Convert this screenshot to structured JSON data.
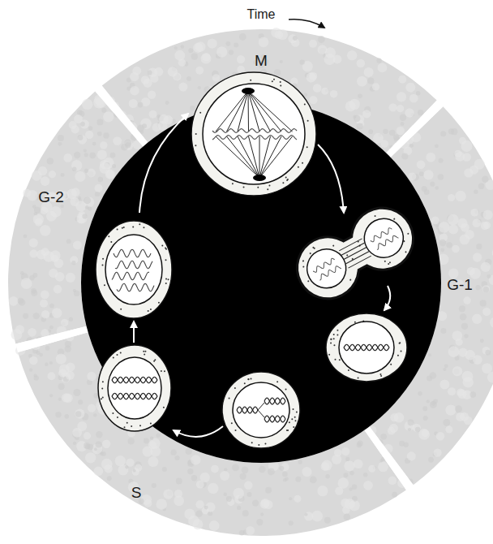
{
  "diagram": {
    "labels": [
      "Time",
      "M",
      "G-1",
      "S",
      "G-2"
    ]
  }
}
